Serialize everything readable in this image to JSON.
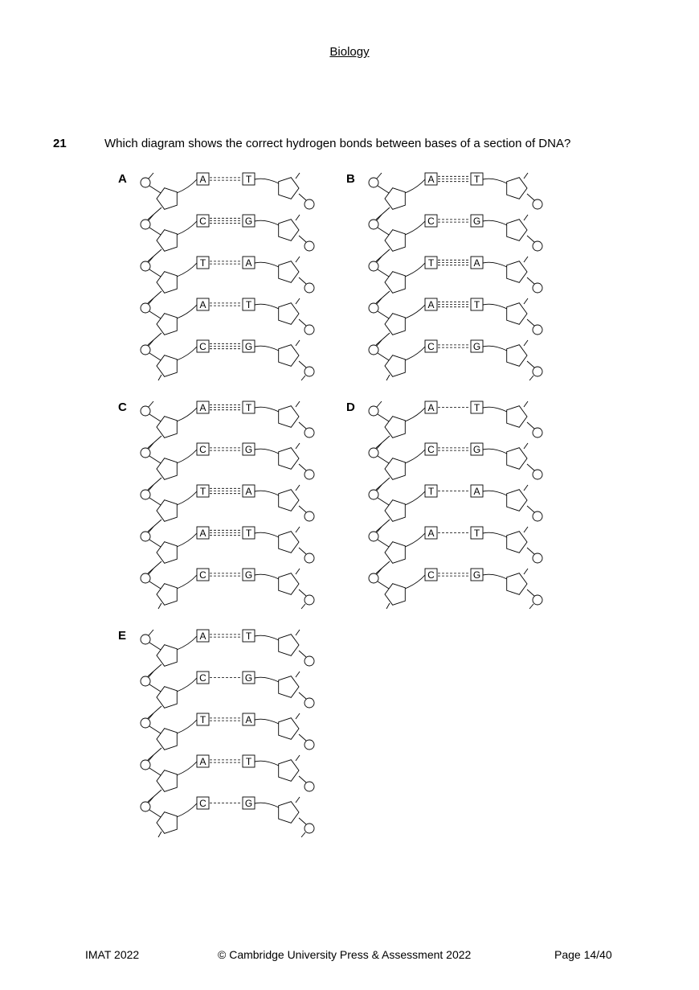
{
  "header": {
    "subject": "Biology"
  },
  "question": {
    "number": "21",
    "text": "Which diagram shows the correct hydrogen bonds between bases of a section of DNA?"
  },
  "options": [
    {
      "letter": "A",
      "pairs": [
        {
          "left": "A",
          "right": "T",
          "bonds": 2
        },
        {
          "left": "C",
          "right": "G",
          "bonds": 3
        },
        {
          "left": "T",
          "right": "A",
          "bonds": 2
        },
        {
          "left": "A",
          "right": "T",
          "bonds": 2
        },
        {
          "left": "C",
          "right": "G",
          "bonds": 3
        }
      ]
    },
    {
      "letter": "B",
      "pairs": [
        {
          "left": "A",
          "right": "T",
          "bonds": 3
        },
        {
          "left": "C",
          "right": "G",
          "bonds": 2
        },
        {
          "left": "T",
          "right": "A",
          "bonds": 3
        },
        {
          "left": "A",
          "right": "T",
          "bonds": 3
        },
        {
          "left": "C",
          "right": "G",
          "bonds": 2
        }
      ]
    },
    {
      "letter": "C",
      "pairs": [
        {
          "left": "A",
          "right": "T",
          "bonds": 3
        },
        {
          "left": "C",
          "right": "G",
          "bonds": 2
        },
        {
          "left": "T",
          "right": "A",
          "bonds": 3
        },
        {
          "left": "A",
          "right": "T",
          "bonds": 3
        },
        {
          "left": "C",
          "right": "G",
          "bonds": 2
        }
      ]
    },
    {
      "letter": "D",
      "pairs": [
        {
          "left": "A",
          "right": "T",
          "bonds": 1
        },
        {
          "left": "C",
          "right": "G",
          "bonds": 2
        },
        {
          "left": "T",
          "right": "A",
          "bonds": 1
        },
        {
          "left": "A",
          "right": "T",
          "bonds": 1
        },
        {
          "left": "C",
          "right": "G",
          "bonds": 2
        }
      ]
    },
    {
      "letter": "E",
      "pairs": [
        {
          "left": "A",
          "right": "T",
          "bonds": 2
        },
        {
          "left": "C",
          "right": "G",
          "bonds": 1
        },
        {
          "left": "T",
          "right": "A",
          "bonds": 2
        },
        {
          "left": "A",
          "right": "T",
          "bonds": 2
        },
        {
          "left": "C",
          "right": "G",
          "bonds": 1
        }
      ]
    }
  ],
  "footer": {
    "left": "IMAT 2022",
    "center": "© Cambridge University Press & Assessment 2022",
    "right": "Page 14/40"
  }
}
